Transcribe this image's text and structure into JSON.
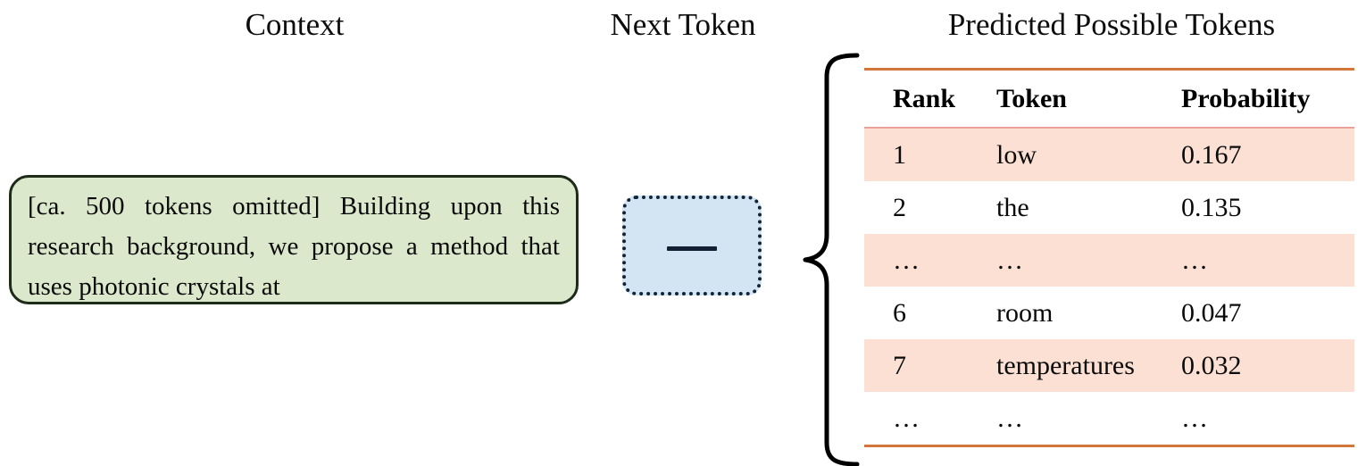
{
  "headings": {
    "context": "Context",
    "next_token": "Next Token",
    "predicted": "Predicted Possible Tokens"
  },
  "context": {
    "text": "[ca. 500 tokens omitted] Building upon this research background, we propose a method that uses photonic crystals at",
    "fill_color": "#dbe8cc",
    "border_color": "#1d2b18"
  },
  "next_token": {
    "value": "—",
    "fill_color": "#d3e4f3",
    "border_color": "#12243a"
  },
  "table": {
    "columns": [
      "Rank",
      "Token",
      "Probability"
    ],
    "rule_color": "#d3763a",
    "header_rule_color": "#eca09a",
    "highlight_color": "#fbe0d3",
    "rows": [
      {
        "rank": "1",
        "token": "low",
        "probability": "0.167",
        "highlight": true
      },
      {
        "rank": "2",
        "token": "the",
        "probability": "0.135",
        "highlight": false
      },
      {
        "rank": "…",
        "token": "…",
        "probability": "…",
        "highlight": true
      },
      {
        "rank": "6",
        "token": "room",
        "probability": "0.047",
        "highlight": false
      },
      {
        "rank": "7",
        "token": "temperatures",
        "probability": "0.032",
        "highlight": true
      },
      {
        "rank": "…",
        "token": "…",
        "probability": "…",
        "highlight": false
      }
    ]
  }
}
